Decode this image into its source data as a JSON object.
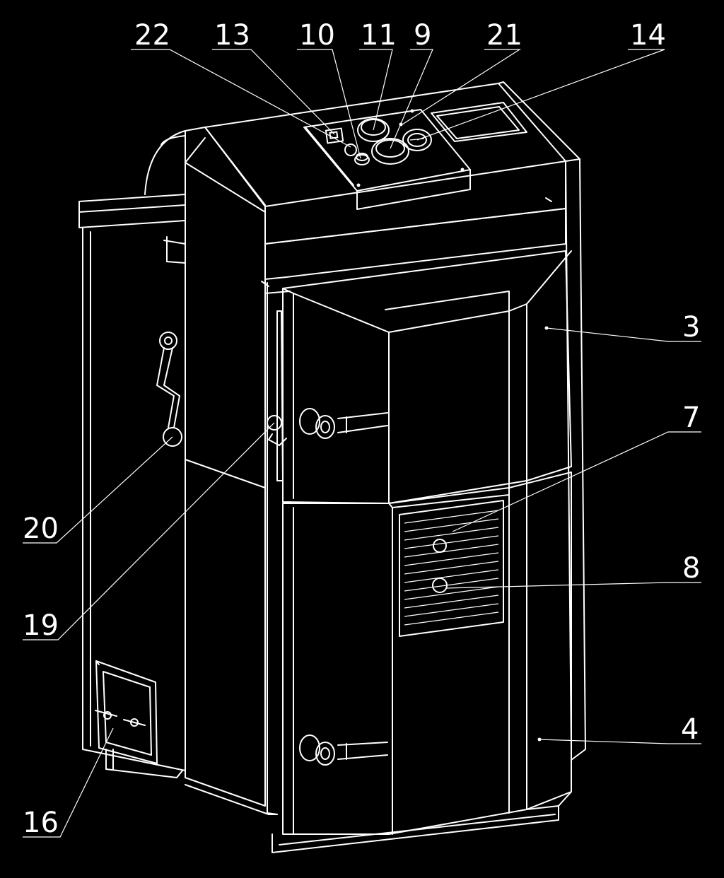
{
  "diagram": {
    "background": "#000000",
    "line_color": "#ffffff",
    "callouts": [
      {
        "id": "c22",
        "label": "22"
      },
      {
        "id": "c13",
        "label": "13"
      },
      {
        "id": "c10",
        "label": "10"
      },
      {
        "id": "c11",
        "label": "11"
      },
      {
        "id": "c9",
        "label": "9"
      },
      {
        "id": "c21",
        "label": "21"
      },
      {
        "id": "c14",
        "label": "14"
      },
      {
        "id": "c3",
        "label": "3"
      },
      {
        "id": "c7",
        "label": "7"
      },
      {
        "id": "c8",
        "label": "8"
      },
      {
        "id": "c20",
        "label": "20"
      },
      {
        "id": "c19",
        "label": "19"
      },
      {
        "id": "c4",
        "label": "4"
      },
      {
        "id": "c16",
        "label": "16"
      }
    ]
  }
}
